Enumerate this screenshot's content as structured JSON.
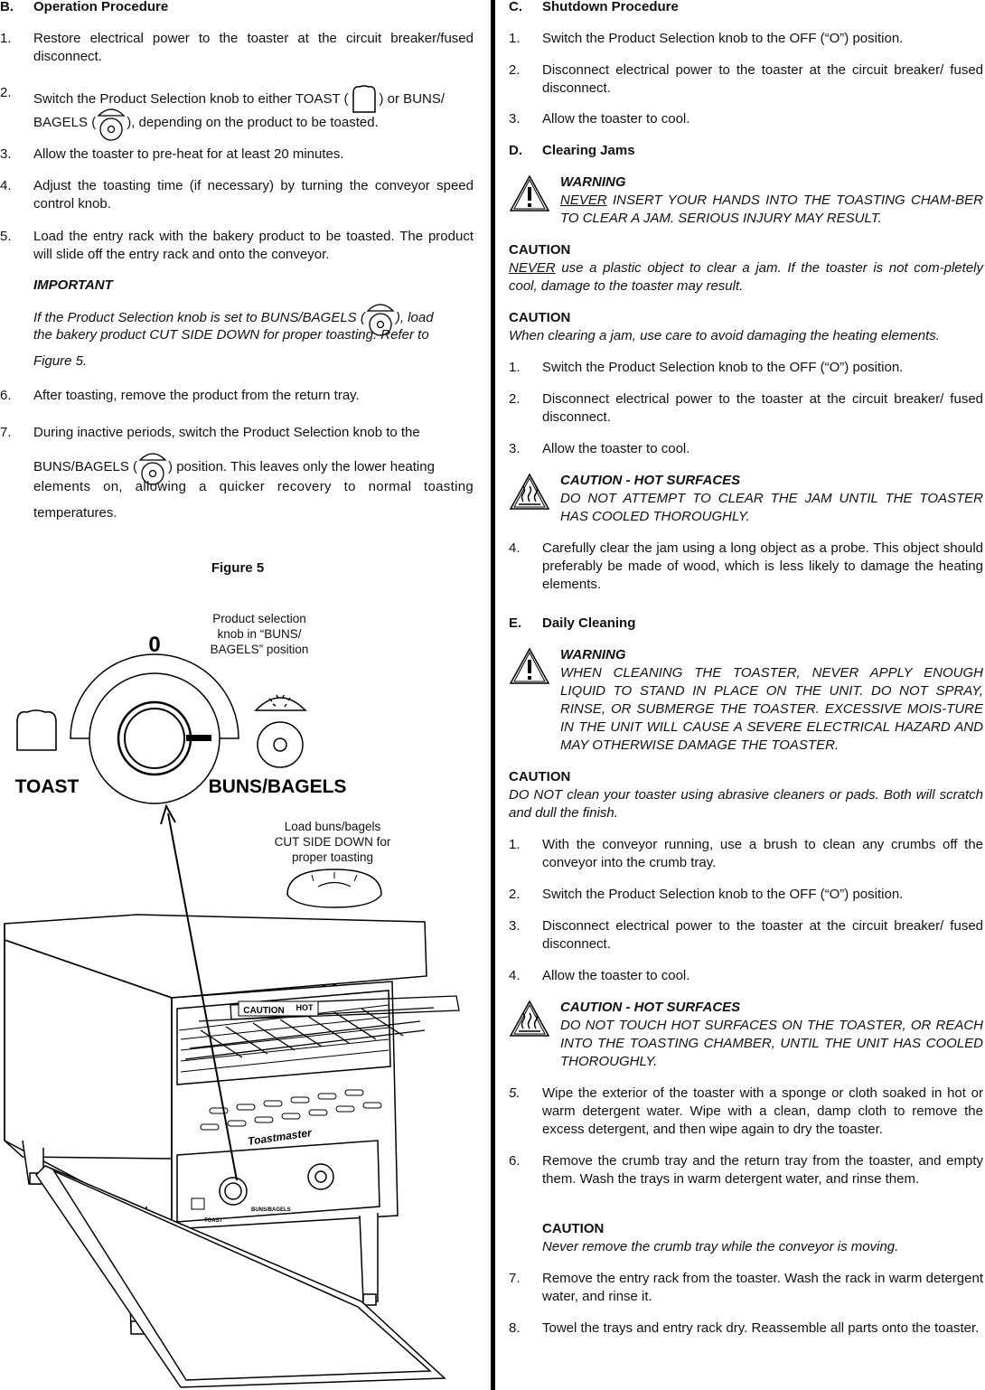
{
  "left": {
    "sectionB": {
      "letter": "B.",
      "title": "Operation Procedure"
    },
    "b1": {
      "num": "1.",
      "text": "Restore electrical power to the toaster at the circuit breaker/fused disconnect."
    },
    "b2": {
      "num": "2.",
      "part1": "Switch the Product Selection knob to either TOAST (",
      "part2": ") or BUNS/",
      "part3": "BAGELS (",
      "part4": "), depending on the product to be toasted."
    },
    "b3": {
      "num": "3.",
      "text": "Allow the toaster to pre-heat for at least 20 minutes."
    },
    "b4": {
      "num": "4.",
      "text": "Adjust the toasting time (if necessary) by turning the conveyor speed control knob."
    },
    "b5": {
      "num": "5.",
      "text": "Load the entry rack with the bakery product to be toasted.  The product will slide off the entry rack and onto the conveyor."
    },
    "important": {
      "title": "IMPORTANT",
      "part1": "If the Product Selection knob is set to BUNS/BAGELS (",
      "part2": "), load",
      "line2": "the bakery product CUT SIDE DOWN for proper toasting.  Refer to",
      "line3": "Figure 5."
    },
    "b6": {
      "num": "6.",
      "text": "After toasting, remove the product from the return tray."
    },
    "b7": {
      "num": "7.",
      "line1": "During inactive periods, switch the Product Selection knob to the",
      "part1": "BUNS/BAGELS (",
      "part2": ") position.  This leaves only the lower heating",
      "line3": "elements on, allowing a quicker recovery to normal toasting",
      "line4": "temperatures."
    },
    "figure": {
      "title": "Figure 5",
      "knob_label": "Product selection knob in “BUNS/ BAGELS” position",
      "off_mark": "0",
      "toast": "TOAST",
      "buns": "BUNS/BAGELS",
      "load_label": "Load buns/bagels CUT SIDE DOWN for proper toasting",
      "caution_sticker": "CAUTION",
      "hot_sticker": "HOT",
      "brand": "Toastmaster",
      "panel_toast": "TOAST",
      "panel_buns": "BUNS/BAGELS"
    }
  },
  "right": {
    "sectionC": {
      "letter": "C.",
      "title": "Shutdown Procedure"
    },
    "c1": {
      "num": "1.",
      "text": "Switch the Product Selection knob to the OFF (“O”) position."
    },
    "c2": {
      "num": "2.",
      "text": "Disconnect electrical power to the toaster at the circuit breaker/ fused disconnect."
    },
    "c3": {
      "num": "3.",
      "text": "Allow the toaster to cool."
    },
    "sectionD": {
      "letter": "D.",
      "title": "Clearing Jams"
    },
    "warn1": {
      "title": "WARNING",
      "never": "NEVER",
      "text": " INSERT YOUR HANDS INTO THE TOASTING CHAM-BER TO CLEAR A JAM.  SERIOUS INJURY MAY RESULT."
    },
    "caution1": {
      "title": "CAUTION",
      "never": "NEVER",
      "text": " use a plastic object to clear a jam.  If the toaster is not com-pletely cool, damage to the toaster may result."
    },
    "caution2": {
      "title": "CAUTION",
      "text": "When clearing a jam, use care to avoid damaging the heating elements."
    },
    "d1": {
      "num": "1.",
      "text": "Switch the Product Selection knob to the OFF (“O”)  position."
    },
    "d2": {
      "num": "2.",
      "text": "Disconnect electrical power to the toaster at the circuit breaker/ fused disconnect."
    },
    "d3": {
      "num": "3.",
      "text": "Allow the toaster to cool."
    },
    "hot1": {
      "title": "CAUTION - HOT SURFACES",
      "text": "DO NOT ATTEMPT TO CLEAR THE JAM UNTIL THE TOASTER HAS COOLED THOROUGHLY."
    },
    "d4": {
      "num": "4.",
      "text": "Carefully clear the jam using a long object as a probe.  This object should preferably be made of wood, which is less likely to damage the heating elements."
    },
    "sectionE": {
      "letter": "E.",
      "title": "Daily Cleaning"
    },
    "warn2": {
      "title": "WARNING",
      "text": "WHEN CLEANING THE TOASTER, NEVER APPLY ENOUGH LIQUID TO STAND IN PLACE ON THE UNIT.  DO NOT SPRAY, RINSE, OR SUBMERGE THE TOASTER.  EXCESSIVE MOIS-TURE IN THE UNIT WILL CAUSE A SEVERE ELECTRICAL HAZARD AND MAY OTHERWISE DAMAGE THE TOASTER."
    },
    "caution3": {
      "title": "CAUTION",
      "text": "DO NOT clean your toaster using abrasive cleaners or pads.  Both will scratch and dull the finish."
    },
    "e1": {
      "num": "1.",
      "text": "With the conveyor running, use a brush to clean any crumbs off the conveyor into the crumb tray."
    },
    "e2": {
      "num": "2.",
      "text": "Switch the Product Selection knob to the OFF (“O”) position."
    },
    "e3": {
      "num": "3.",
      "text": "Disconnect electrical power to the toaster at the circuit breaker/ fused disconnect."
    },
    "e4": {
      "num": "4.",
      "text": "Allow the toaster to cool."
    },
    "hot2": {
      "title": "CAUTION - HOT SURFACES",
      "text": "DO NOT TOUCH HOT SURFACES ON THE TOASTER, OR REACH INTO THE TOASTING CHAMBER, UNTIL THE UNIT HAS COOLED THOROUGHLY."
    },
    "e5": {
      "num": "5.",
      "text": "Wipe the exterior of the toaster with a sponge or cloth soaked in hot or warm detergent water.  Wipe with a clean, damp cloth to remove the excess detergent, and then wipe again to dry the toaster."
    },
    "e6": {
      "num": "6.",
      "text": "Remove the crumb tray and the return tray from the toaster, and empty them.  Wash the trays in warm detergent water, and rinse them."
    },
    "caution4": {
      "title": "CAUTION",
      "text": "Never remove the crumb tray while the conveyor is moving."
    },
    "e7": {
      "num": "7.",
      "text": "Remove the entry rack from the toaster.  Wash the rack in warm detergent water, and rinse it."
    },
    "e8": {
      "num": "8.",
      "text": "Towel the trays and entry rack dry.  Reassemble all parts onto the toaster."
    }
  }
}
